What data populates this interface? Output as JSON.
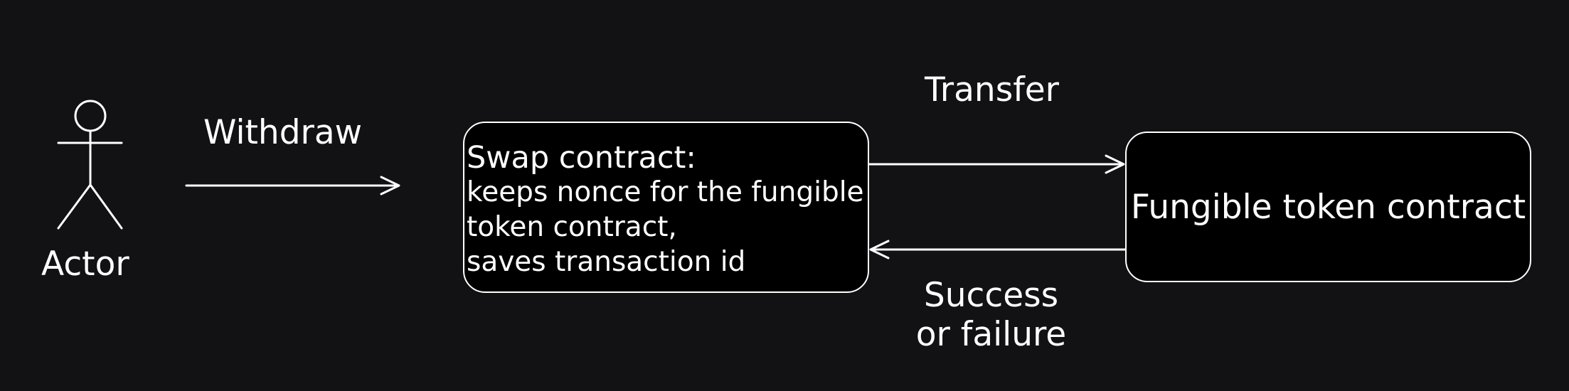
{
  "diagram": {
    "actor": {
      "label": "Actor"
    },
    "edges": {
      "withdraw": "Withdraw",
      "transfer": "Transfer",
      "response": "Success or failure"
    },
    "nodes": {
      "swap_contract": {
        "title": "Swap contract:",
        "details": "keeps nonce for the fungible\ntoken contract,\nsaves transaction id"
      },
      "fungible_token_contract": {
        "label": "Fungible token contract"
      }
    }
  },
  "colors": {
    "background": "#121214",
    "foreground": "#ffffff",
    "box_fill": "#000000"
  }
}
